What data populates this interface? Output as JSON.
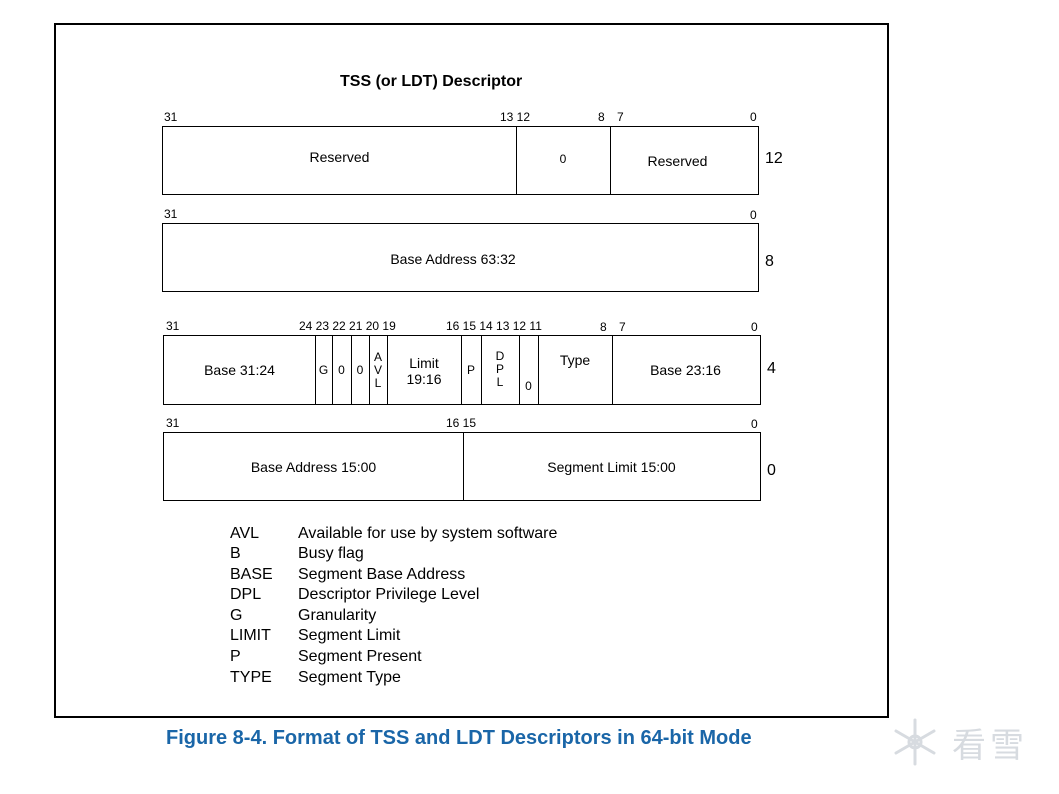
{
  "title": "TSS (or LDT) Descriptor",
  "caption": "Figure 8-4.  Format of TSS and LDT Descriptors in 64-bit Mode",
  "watermark_text": "看雪",
  "rows": {
    "r12": {
      "bits": [
        "31",
        "13 12",
        "8",
        "7",
        "0"
      ],
      "fields": [
        "Reserved",
        "0",
        "Reserved"
      ],
      "offset": "12"
    },
    "r8": {
      "bits": [
        "31",
        "0"
      ],
      "fields": [
        "Base Address 63:32"
      ],
      "offset": "8"
    },
    "r4": {
      "bits": [
        "31",
        "24 23 22 21 20 19",
        "16 15 14 13 12 11",
        "8",
        "7",
        "0"
      ],
      "fields": {
        "base_hi": "Base 31:24",
        "g": "G",
        "zero1": "0",
        "zero2": "0",
        "avl": [
          "A",
          "V",
          "L"
        ],
        "limit": [
          "Limit",
          "19:16"
        ],
        "p": "P",
        "dpl": [
          "D",
          "P",
          "L"
        ],
        "zero3": "0",
        "type": "Type",
        "base_mid": "Base 23:16"
      },
      "offset": "4"
    },
    "r0": {
      "bits": [
        "31",
        "16 15",
        "0"
      ],
      "fields": [
        "Base Address 15:00",
        "Segment Limit 15:00"
      ],
      "offset": "0"
    }
  },
  "legend": [
    {
      "abbr": "AVL",
      "text": "Available for use by system software"
    },
    {
      "abbr": "B",
      "text": "Busy flag"
    },
    {
      "abbr": "BASE",
      "text": "Segment Base Address"
    },
    {
      "abbr": "DPL",
      "text": "Descriptor Privilege Level"
    },
    {
      "abbr": "G",
      "text": "Granularity"
    },
    {
      "abbr": "LIMIT",
      "text": "Segment Limit"
    },
    {
      "abbr": "P",
      "text": "Segment Present"
    },
    {
      "abbr": "TYPE",
      "text": "Segment Type"
    }
  ]
}
